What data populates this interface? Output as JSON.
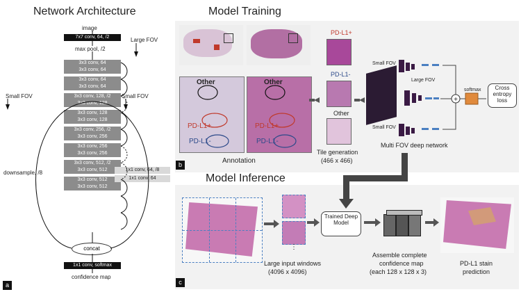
{
  "left_panel": {
    "title": "Network Architecture",
    "input": "image",
    "first_conv": "7x7 conv, 64, /2",
    "large_fov": "Large FOV",
    "pool": "max pool, /2",
    "small_fov_left": "Small FOV",
    "small_fov_right": "Small FOV",
    "downsample": "downsample, /8",
    "side_conv_1": "1x1 conv, 64, /8",
    "side_conv_2": "1x1 conv, 64",
    "concat": "concat",
    "last_conv": "1x1 conv, softmax",
    "output": "confidence map",
    "blocks": [
      "3x3 conv, 64",
      "3x3 conv, 64",
      "3x3 conv, 64",
      "3x3 conv, 64",
      "3x3 conv, 128, /2",
      "3x3 conv, 128",
      "3x3 conv, 128",
      "3x3 conv, 128",
      "3x3 conv, 256, /2",
      "3x3 conv, 256",
      "3x3 conv, 256",
      "3x3 conv, 256",
      "3x3 conv, 512, /2",
      "3x3 conv, 512",
      "3x3 conv, 512",
      "3x3 conv, 512"
    ],
    "tag": "a"
  },
  "training": {
    "title": "Model Training",
    "annotation_label": "Annotation",
    "region_other": "Other",
    "region_pos": "PD-L1+",
    "region_neg": "PD-L1-",
    "tile_pos": "PD-L1+",
    "tile_neg": "PD-L1-",
    "tile_other": "Other",
    "tile_caption_1": "Tile generation",
    "tile_caption_2": "(466 x 466)",
    "small_fov_top": "Small FOV",
    "large_fov": "Large FOV",
    "small_fov_bottom": "Small FOV",
    "softmax": "softmax",
    "loss": "Cross entropy loss",
    "network_caption": "Multi FOV deep network",
    "tag": "b"
  },
  "inference": {
    "title": "Model Inference",
    "windows_caption_1": "Large input windows",
    "windows_caption_2": "(4096 x 4096)",
    "model": "Trained Deep Model",
    "assemble_1": "Assemble complete",
    "assemble_2": "confidence map",
    "assemble_3": "(each 128 x 128 x 3)",
    "pred_1": "PD-L1 stain",
    "pred_2": "prediction",
    "tag": "c"
  },
  "colors": {
    "tissue": "#c97bb3",
    "tissue_light": "#d9a9cc",
    "pos": "#c0392b",
    "neg": "#2c4a8a",
    "conv": "#8c8c8c",
    "arrow": "#555555",
    "panel_bg": "#f2f2f2",
    "softmax": "#e08a3c",
    "blue_unit": "#4a7fc1"
  }
}
